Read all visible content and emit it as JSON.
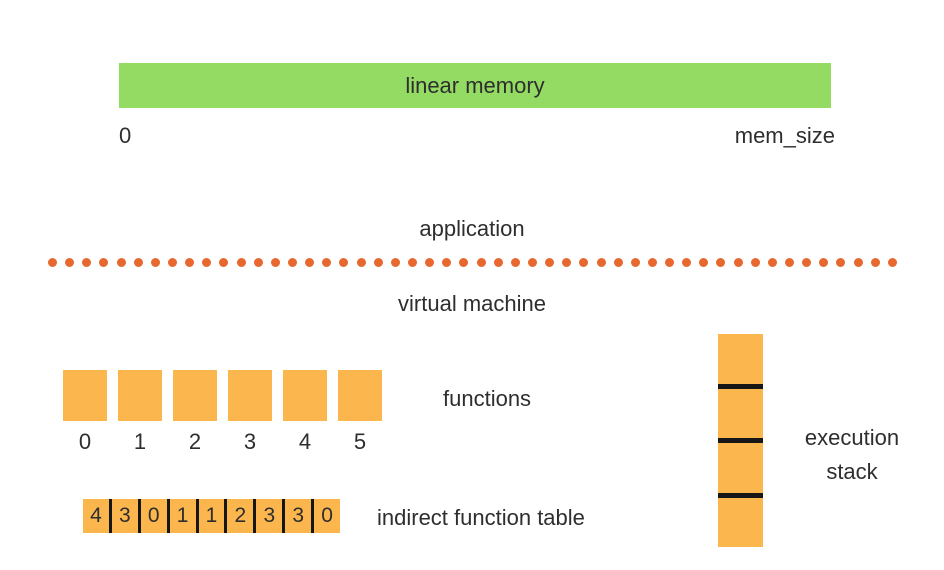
{
  "linear_memory": {
    "label": "linear memory",
    "start_label": "0",
    "end_label": "mem_size"
  },
  "layers": {
    "application_label": "application",
    "virtual_machine_label": "virtual machine"
  },
  "functions": {
    "label": "functions",
    "indices": [
      "0",
      "1",
      "2",
      "3",
      "4",
      "5"
    ]
  },
  "indirect_function_table": {
    "label": "indirect function table",
    "values": [
      "4",
      "3",
      "0",
      "1",
      "1",
      "2",
      "3",
      "3",
      "0"
    ]
  },
  "execution_stack": {
    "label_line1": "execution",
    "label_line2": "stack",
    "cell_count": 4
  },
  "boundary": {
    "dot_count": 50
  },
  "colors": {
    "memory_green": "#93DB63",
    "block_orange": "#FCB64E",
    "boundary_dot_orange": "#E7682F",
    "divider_black": "#161616",
    "text": "#2E2E2E",
    "background": "#FFFFFF"
  }
}
